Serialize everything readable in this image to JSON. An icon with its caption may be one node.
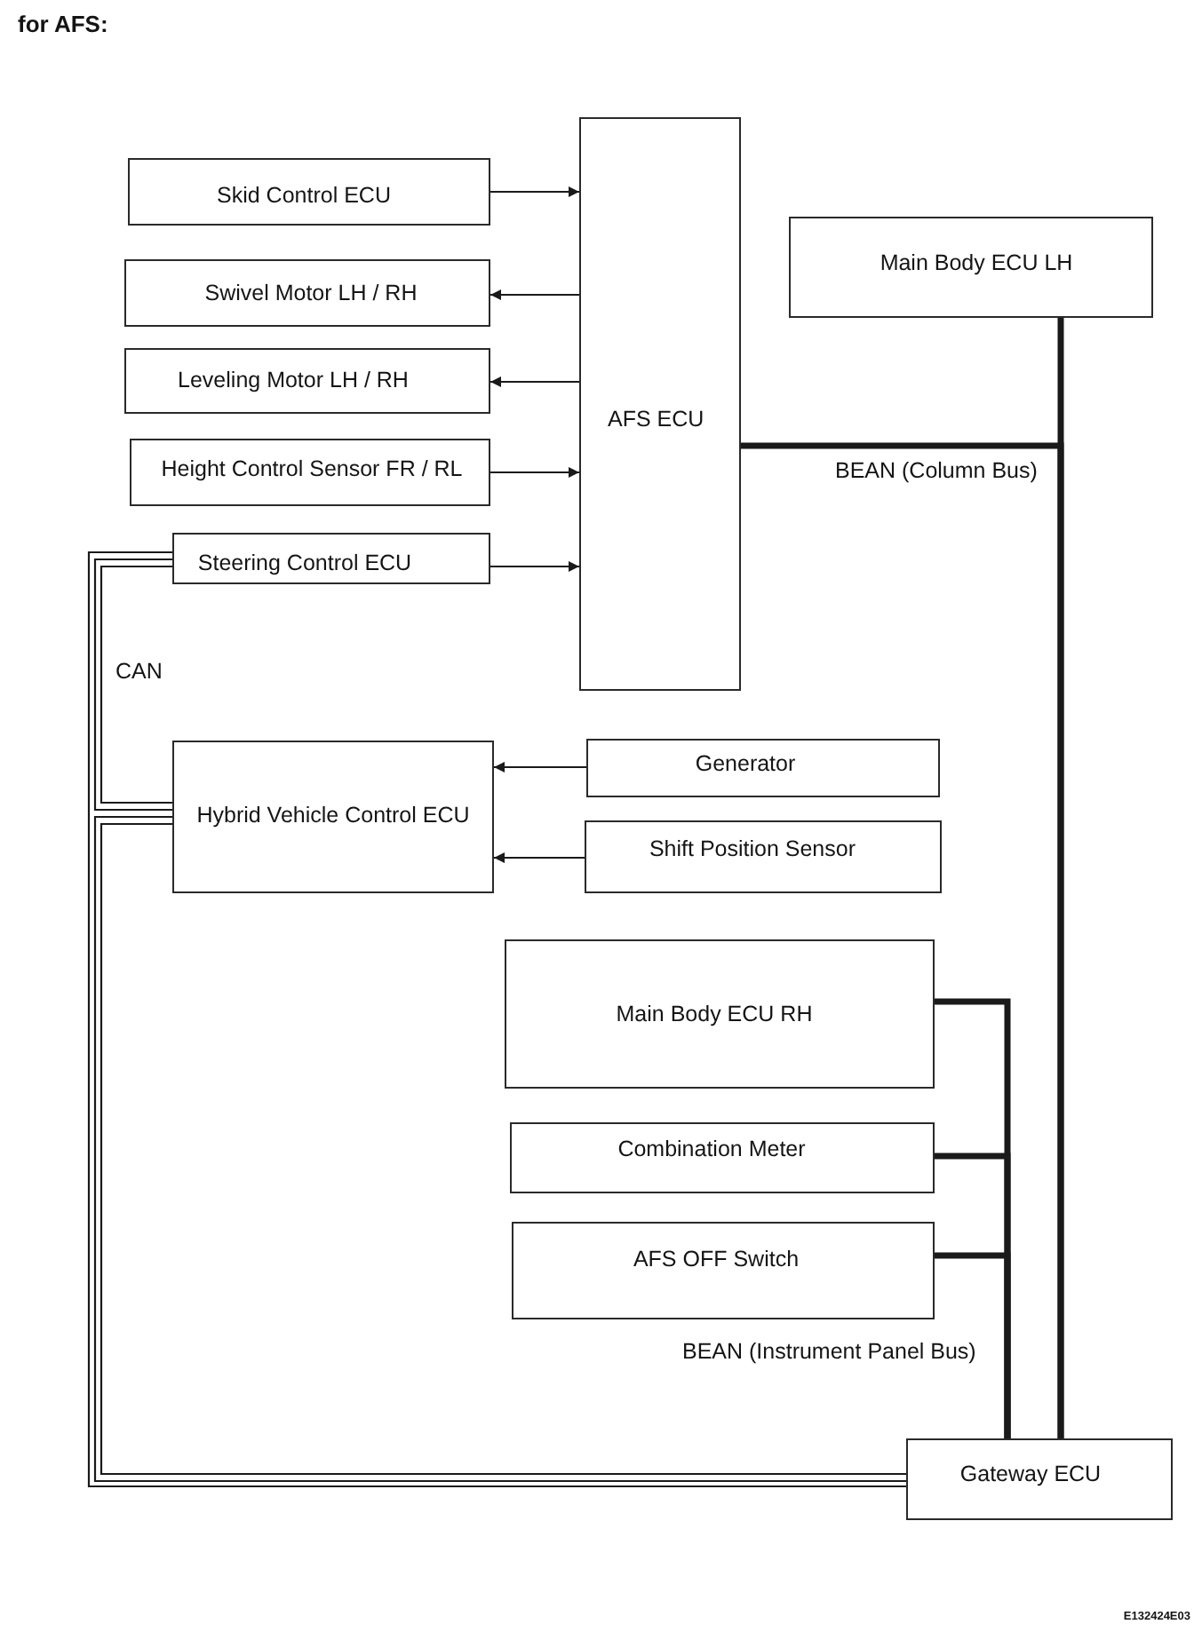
{
  "diagram": {
    "title": "for AFS:",
    "nodes": [
      {
        "text": [
          "Skid Control ECU"
        ]
      },
      {
        "text": [
          "Swivel Motor LH / RH"
        ]
      },
      {
        "text": [
          "Leveling Motor LH / RH"
        ]
      },
      {
        "text": [
          "Height Control Sensor FR / RL"
        ]
      },
      {
        "text": [
          "Steering Control ECU"
        ]
      },
      {
        "text": [
          "AFS ECU"
        ]
      },
      {
        "text": [
          "Main Body ECU LH"
        ]
      },
      {
        "text": [
          "Hybrid Vehicle Control ECU"
        ]
      },
      {
        "text": [
          "Generator"
        ]
      },
      {
        "text": [
          "Shift Position Sensor"
        ]
      },
      {
        "text": [
          "Main Body ECU RH"
        ]
      },
      {
        "text": [
          "Combination Meter"
        ]
      },
      {
        "text": [
          "AFS OFF Switch"
        ]
      },
      {
        "text": [
          "Gateway ECU"
        ]
      }
    ],
    "edges": [
      {
        "from": 0,
        "to": 5,
        "arrow": "to"
      },
      {
        "from": 5,
        "to": 1,
        "arrow": "to"
      },
      {
        "from": 5,
        "to": 2,
        "arrow": "to"
      },
      {
        "from": 3,
        "to": 5,
        "arrow": "to"
      },
      {
        "from": 4,
        "to": 5,
        "arrow": "to"
      },
      {
        "from": 8,
        "to": 7,
        "arrow": "to"
      },
      {
        "from": 9,
        "to": 7,
        "arrow": "to"
      },
      {
        "from": 5,
        "to": 13,
        "arrow": "none",
        "style": "thick",
        "label": "BEAN (Column Bus)"
      },
      {
        "from": 6,
        "to": 13,
        "arrow": "none",
        "style": "thick"
      },
      {
        "from": 10,
        "to": 13,
        "arrow": "none",
        "style": "thick"
      },
      {
        "from": 11,
        "to": 13,
        "arrow": "none",
        "style": "thick"
      },
      {
        "from": 12,
        "to": 13,
        "arrow": "none",
        "style": "thick",
        "label": "BEAN (Instrument Panel Bus)"
      },
      {
        "from": 4,
        "to": 7,
        "arrow": "none",
        "label": "CAN"
      },
      {
        "from": 7,
        "to": 13,
        "arrow": "none"
      },
      {
        "from": 4,
        "to": 13,
        "arrow": "none"
      }
    ],
    "labels": [
      "E132424E03"
    ]
  }
}
